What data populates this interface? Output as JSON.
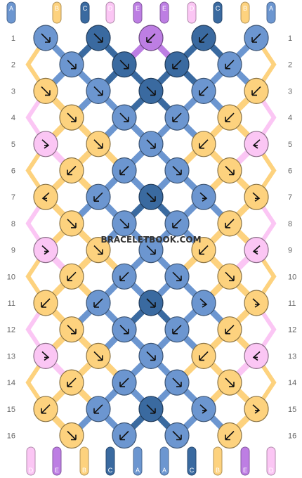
{
  "watermark": "BRACELETBOOK.COM",
  "colors": {
    "A": "#6c96d0",
    "B": "#fdd27e",
    "C": "#3a6aa0",
    "D": "#fbc6f4",
    "E": "#bd7ee3"
  },
  "top_labels": [
    "A",
    "B",
    "C",
    "D",
    "E",
    "E",
    "D",
    "C",
    "B",
    "A"
  ],
  "bottom_labels": [
    "D",
    "E",
    "B",
    "C",
    "A",
    "A",
    "C",
    "B",
    "E",
    "D"
  ],
  "row_numbers": [
    "1",
    "2",
    "3",
    "4",
    "5",
    "6",
    "7",
    "8",
    "9",
    "10",
    "11",
    "12",
    "13",
    "14",
    "15",
    "16"
  ],
  "knots": [
    [
      [
        "A",
        "dr"
      ],
      [
        "C",
        "dr"
      ],
      [
        "E",
        "dl"
      ],
      [
        "C",
        "dl"
      ],
      [
        "A",
        "dl"
      ]
    ],
    [
      [
        "A",
        "dr"
      ],
      [
        "C",
        "dr"
      ],
      [
        "C",
        "dl"
      ],
      [
        "A",
        "dl"
      ]
    ],
    [
      [
        "B",
        "dr"
      ],
      [
        "A",
        "dr"
      ],
      [
        "C",
        "dr"
      ],
      [
        "A",
        "dl"
      ],
      [
        "B",
        "dl"
      ]
    ],
    [
      [
        "B",
        "dr"
      ],
      [
        "A",
        "dr"
      ],
      [
        "A",
        "dl"
      ],
      [
        "B",
        "dl"
      ]
    ],
    [
      [
        "D",
        "r"
      ],
      [
        "B",
        "dr"
      ],
      [
        "A",
        "dr"
      ],
      [
        "B",
        "dl"
      ],
      [
        "D",
        "l"
      ]
    ],
    [
      [
        "B",
        "dl"
      ],
      [
        "A",
        "dl"
      ],
      [
        "A",
        "dr"
      ],
      [
        "B",
        "dr"
      ]
    ],
    [
      [
        "B",
        "l"
      ],
      [
        "A",
        "dl"
      ],
      [
        "C",
        "dr"
      ],
      [
        "A",
        "r"
      ],
      [
        "B",
        "r"
      ]
    ],
    [
      [
        "B",
        "dr"
      ],
      [
        "A",
        "dr"
      ],
      [
        "A",
        "dl"
      ],
      [
        "B",
        "dl"
      ]
    ],
    [
      [
        "D",
        "r"
      ],
      [
        "B",
        "dr"
      ],
      [
        "A",
        "dr"
      ],
      [
        "B",
        "dl"
      ],
      [
        "D",
        "l"
      ]
    ],
    [
      [
        "B",
        "dl"
      ],
      [
        "A",
        "dl"
      ],
      [
        "A",
        "dr"
      ],
      [
        "B",
        "dr"
      ]
    ],
    [
      [
        "B",
        "dl"
      ],
      [
        "A",
        "dl"
      ],
      [
        "C",
        "dr"
      ],
      [
        "A",
        "r"
      ],
      [
        "B",
        "r"
      ]
    ],
    [
      [
        "B",
        "dr"
      ],
      [
        "A",
        "dr"
      ],
      [
        "A",
        "dl"
      ],
      [
        "B",
        "dl"
      ]
    ],
    [
      [
        "D",
        "r"
      ],
      [
        "B",
        "dr"
      ],
      [
        "A",
        "dr"
      ],
      [
        "B",
        "dl"
      ],
      [
        "D",
        "l"
      ]
    ],
    [
      [
        "B",
        "dl"
      ],
      [
        "A",
        "dl"
      ],
      [
        "A",
        "dr"
      ],
      [
        "B",
        "dr"
      ]
    ],
    [
      [
        "B",
        "dl"
      ],
      [
        "A",
        "dl"
      ],
      [
        "C",
        "dr"
      ],
      [
        "A",
        "r"
      ],
      [
        "B",
        "r"
      ]
    ],
    [
      [
        "B",
        "dr"
      ],
      [
        "A",
        "dl"
      ],
      [
        "A",
        "dr"
      ],
      [
        "B",
        "dl"
      ]
    ]
  ]
}
